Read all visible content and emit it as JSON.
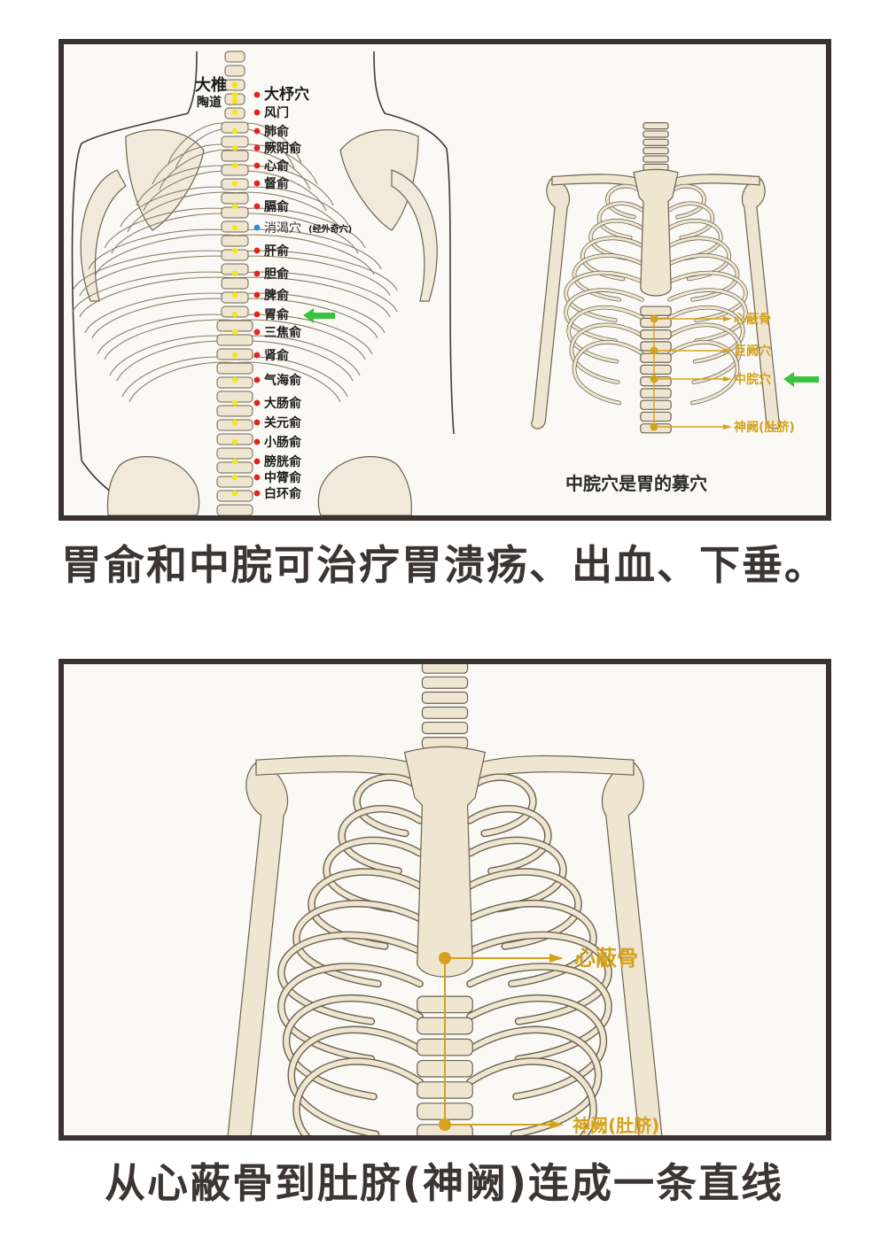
{
  "top_panel": {
    "spine_left_labels": [
      "大椎",
      "陶道"
    ],
    "acupoints": [
      {
        "label": "大杼穴",
        "dot": "red"
      },
      {
        "label": "风门",
        "dot": "red"
      },
      {
        "label": "肺俞",
        "dot": "red"
      },
      {
        "label": "厥阴俞",
        "dot": "red"
      },
      {
        "label": "心俞",
        "dot": "red"
      },
      {
        "label": "督俞",
        "dot": "red"
      },
      {
        "label": "膈俞",
        "dot": "red"
      },
      {
        "label": "消渴穴",
        "sub": "(经外奇穴)",
        "dot": "blue"
      },
      {
        "label": "肝俞",
        "dot": "red"
      },
      {
        "label": "胆俞",
        "dot": "red"
      },
      {
        "label": "脾俞",
        "dot": "red"
      },
      {
        "label": "胃俞",
        "dot": "red",
        "highlight": true
      },
      {
        "label": "三焦俞",
        "dot": "red"
      },
      {
        "label": "肾俞",
        "dot": "red"
      },
      {
        "label": "气海俞",
        "dot": "red"
      },
      {
        "label": "大肠俞",
        "dot": "red"
      },
      {
        "label": "关元俞",
        "dot": "red"
      },
      {
        "label": "小肠俞",
        "dot": "red"
      },
      {
        "label": "膀胱俞",
        "dot": "red"
      },
      {
        "label": "中膂俞",
        "dot": "red"
      },
      {
        "label": "白环俞",
        "dot": "red"
      }
    ],
    "front_points": [
      {
        "label": "心蔽骨"
      },
      {
        "label": "巨阙穴"
      },
      {
        "label": "中脘穴",
        "highlight": true
      },
      {
        "label": "神阙(肚脐)"
      }
    ],
    "note": "中脘穴是胃的募穴"
  },
  "caption_top": "胃俞和中脘可治疗胃溃疡、出血、下垂。",
  "bottom_panel": {
    "points": [
      {
        "label": "心蔽骨"
      },
      {
        "label": "神阙(肚脐)"
      }
    ]
  },
  "caption_bottom": "从心蔽骨到肚脐(神阙)连成一条直线",
  "colors": {
    "frame": "#3a3230",
    "bone": "#efe6d2",
    "bone_outline": "#6e6250",
    "gold": "#d4a21c",
    "red_dot": "#e2231a",
    "yellow_dot": "#f5e61a",
    "blue_dot": "#2a8fd6",
    "arrow_green": "#3bc43b"
  }
}
